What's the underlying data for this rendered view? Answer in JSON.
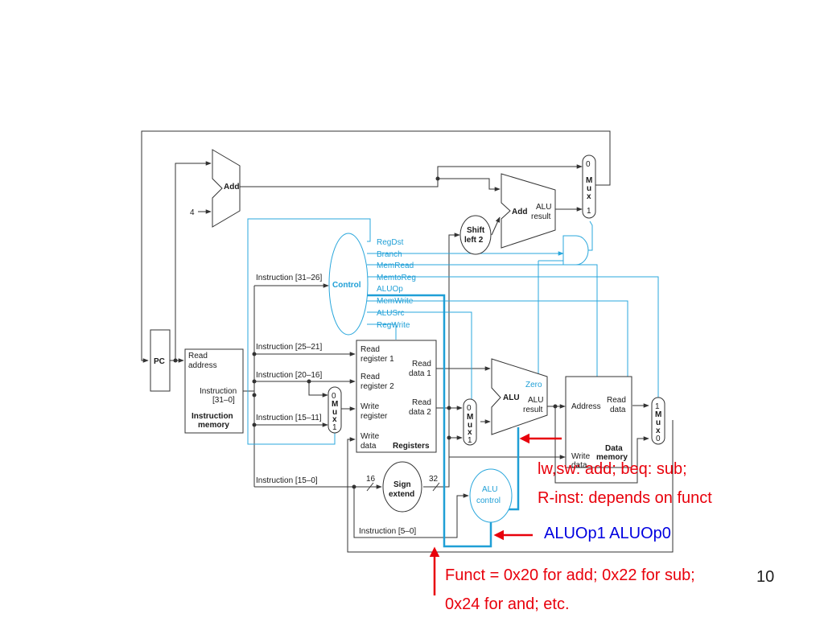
{
  "slide_number": "10",
  "colors": {
    "datapath": "#333333",
    "control": "#2aa7dc",
    "highlight": "#1f9fd6",
    "arrow": "#e8000b",
    "note_red": "#e8000b",
    "note_blue": "#0000e0"
  },
  "blocks": {
    "pc": "PC",
    "add_top": "Add",
    "add_branch": "Add",
    "add_branch_result": [
      "ALU",
      "result"
    ],
    "shift_left": [
      "Shift",
      "left 2"
    ],
    "control": "Control",
    "alu": "ALU",
    "alu_result": [
      "ALU",
      "result"
    ],
    "alu_zero": "Zero",
    "alu_control": [
      "ALU",
      "control"
    ],
    "sign_extend": [
      "Sign",
      "extend"
    ],
    "mux_letters": [
      "M",
      "u",
      "x"
    ],
    "const_four": "4"
  },
  "instruction_memory": {
    "read_address": [
      "Read",
      "address"
    ],
    "instruction": [
      "Instruction",
      "[31–0]"
    ],
    "title": [
      "Instruction",
      "memory"
    ]
  },
  "registers": {
    "read_reg1": [
      "Read",
      "register 1"
    ],
    "read_reg2": [
      "Read",
      "register 2"
    ],
    "write_reg": [
      "Write",
      "register"
    ],
    "write_data": [
      "Write",
      "data"
    ],
    "read_data1": [
      "Read",
      "data 1"
    ],
    "read_data2": [
      "Read",
      "data 2"
    ],
    "title": "Registers"
  },
  "data_memory": {
    "address": "Address",
    "read_data": [
      "Read",
      "data"
    ],
    "write_data": [
      "Write",
      "data"
    ],
    "title": [
      "Data",
      "memory"
    ]
  },
  "instruction_fields": {
    "f31_26": "Instruction [31–26]",
    "f25_21": "Instruction [25–21]",
    "f20_16": "Instruction [20–16]",
    "f15_11": "Instruction [15–11]",
    "f15_0": "Instruction [15–0]",
    "f5_0": "Instruction [5–0]"
  },
  "bit_widths": {
    "in": "16",
    "out": "32"
  },
  "mux_inputs": {
    "pc_mux": [
      "0",
      "1"
    ],
    "reg_dst_mux": [
      "0",
      "1"
    ],
    "alu_src_mux": [
      "0",
      "1"
    ],
    "mem_to_reg_mux": [
      "1",
      "0"
    ]
  },
  "control_signals": [
    "RegDst",
    "Branch",
    "MemRead",
    "MemtoReg",
    "ALUOp",
    "MemWrite",
    "ALUSrc",
    "RegWrite"
  ],
  "annotations": {
    "alu_note_line1": "lw,sw: add; beq: sub;",
    "alu_note_line2": "R-inst: depends on funct",
    "aluop_note": "ALUOp1 ALUOp0",
    "funct_note_line1": "Funct = 0x20 for add; 0x22 for sub;",
    "funct_note_line2": "0x24 for and; etc."
  }
}
